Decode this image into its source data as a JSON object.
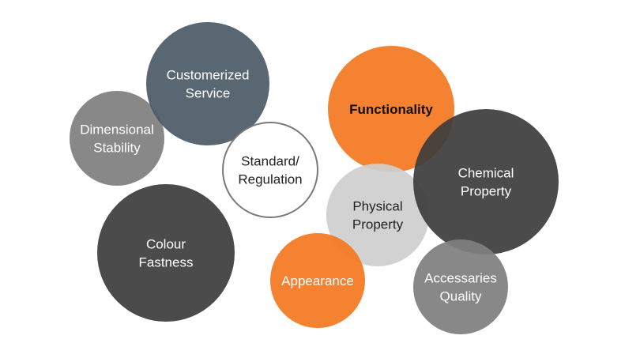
{
  "colors": {
    "orange": "#f47920",
    "slate": "#4b5b66",
    "dark": "#3d3d3d",
    "mid": "#7f7f7f",
    "light": "#cfcfcf",
    "white": "#ffffff",
    "border": "#7a7a7a"
  },
  "bubbles": [
    {
      "id": "dimensional-stability",
      "lines": [
        "Dimensional",
        "Stability"
      ]
    },
    {
      "id": "customerized-service",
      "lines": [
        "Customerized",
        "Service"
      ]
    },
    {
      "id": "standard-regulation",
      "lines": [
        "Standard/",
        "Regulation"
      ]
    },
    {
      "id": "colour-fastness",
      "lines": [
        "Colour",
        "Fastness"
      ]
    },
    {
      "id": "functionality",
      "lines": [
        "Functionality"
      ]
    },
    {
      "id": "physical-property",
      "lines": [
        "Physical",
        "Property"
      ]
    },
    {
      "id": "chemical-property",
      "lines": [
        "Chemical",
        "Property"
      ]
    },
    {
      "id": "appearance",
      "lines": [
        "Appearance"
      ]
    },
    {
      "id": "accessaries-quality",
      "lines": [
        "Accessaries",
        "Quality"
      ]
    }
  ]
}
